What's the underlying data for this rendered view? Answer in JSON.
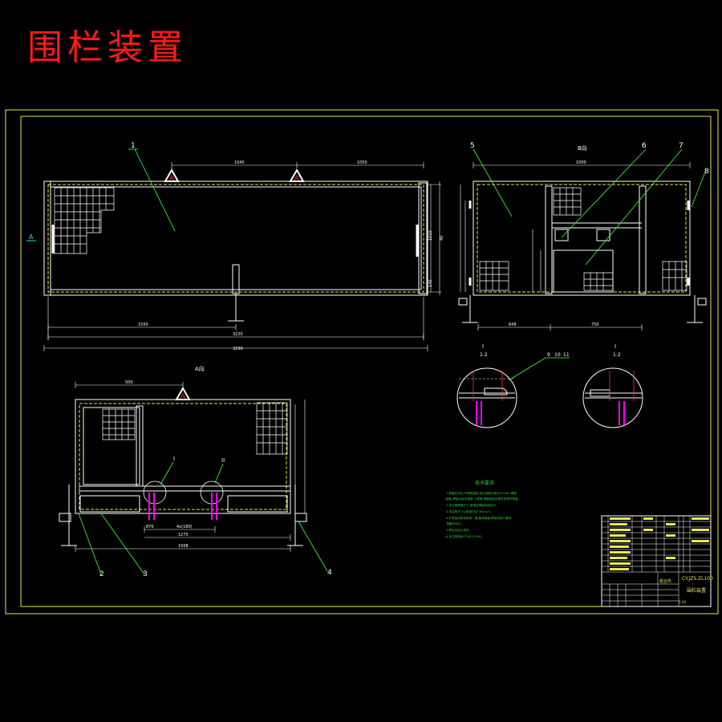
{
  "title": "围栏装置",
  "colors": {
    "background": "#000000",
    "frame": "#e8e850",
    "title": "#ff1a1a",
    "lines": "#ffffff",
    "notes": "#33cc33",
    "accent": "#ff00ff",
    "leaders": "#44ff44"
  },
  "views": {
    "side_label": "B向",
    "top_label": "A向",
    "a_marker": "A",
    "detail_i": "I",
    "detail_ii": "II",
    "scale": "1:2"
  },
  "balloons": [
    "1",
    "2",
    "3",
    "4",
    "5",
    "6",
    "7",
    "8",
    "9",
    "10",
    "11"
  ],
  "dims": {
    "front_top_1": "1045",
    "front_top_2": "1050",
    "front_bottom_1": "1550",
    "front_bottom_2": "3220",
    "front_bottom_3": "3290",
    "front_right_1": "140",
    "front_right_2": "1010",
    "front_right_3": "40",
    "side_top": "1000",
    "side_bottom_1": "648",
    "side_bottom_2": "750",
    "plan_top": "500",
    "plan_bottom_1": "870",
    "plan_bottom_2": "4x(180)",
    "plan_bottom_3": "1275",
    "plan_bottom_4": "1508"
  },
  "notes": {
    "heading": "技术要求",
    "lines": [
      "1.焊缝应均匀,不得有裂纹,咬边深度不超过0.5mm,焊接",
      "  缺陷,焊接后除去焊渣,飞溅等,焊缝高度为焊件较薄件厚度。",
      "2.未注明焊缝尺寸,按相应焊接标准执行。",
      "3.未注明尺寸公差按GB/T1804-m。",
      "4.外表面涂防锈底漆一遍,面漆两遍,颜色按用户要求,",
      "  漆膜应均匀。",
      "5.焊后应校正变形。",
      "6.未注明按JB/T1804-1992。"
    ]
  },
  "title_block": {
    "drawing_no": "CY.JZS.ZL100",
    "name": "围栏装置",
    "material": "组合件",
    "scale": "1:10"
  }
}
